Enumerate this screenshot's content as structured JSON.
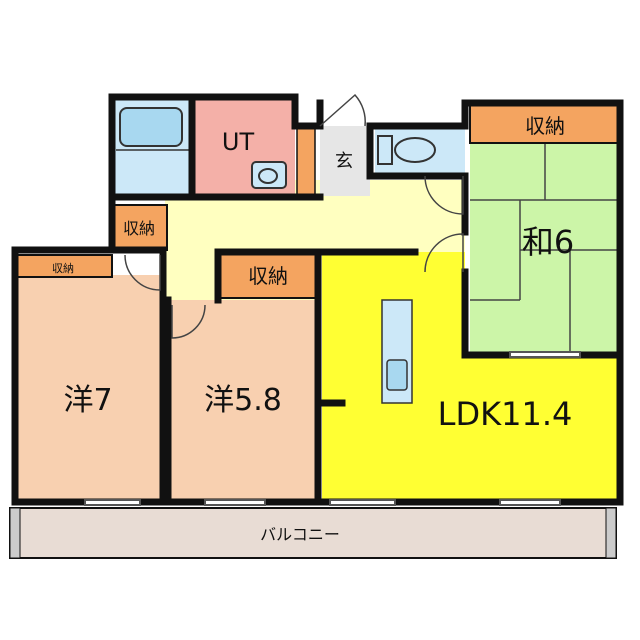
{
  "rooms": {
    "western7": {
      "label": "洋7"
    },
    "western58": {
      "label": "洋5.8"
    },
    "ldk": {
      "label": "LDK11.4"
    },
    "japanese6": {
      "label": "和6"
    },
    "ut": {
      "label": "UT"
    },
    "entrance": {
      "label": "玄"
    },
    "balcony": {
      "label": "バルコニー"
    }
  },
  "storage": {
    "japanese_closet": "収納",
    "hall_closet": "収納",
    "western58_closet": "収納",
    "western7_closet": "収納"
  },
  "colors": {
    "ldk": "#ffff33",
    "hall": "#ffffc0",
    "western": "#f8d0b0",
    "japanese": "#ccf5a8",
    "ut": "#f4b0a8",
    "storage": "#f4a460",
    "bath": "#cce8f8",
    "balcony": "#e8dcd4",
    "wall": "#111111"
  }
}
